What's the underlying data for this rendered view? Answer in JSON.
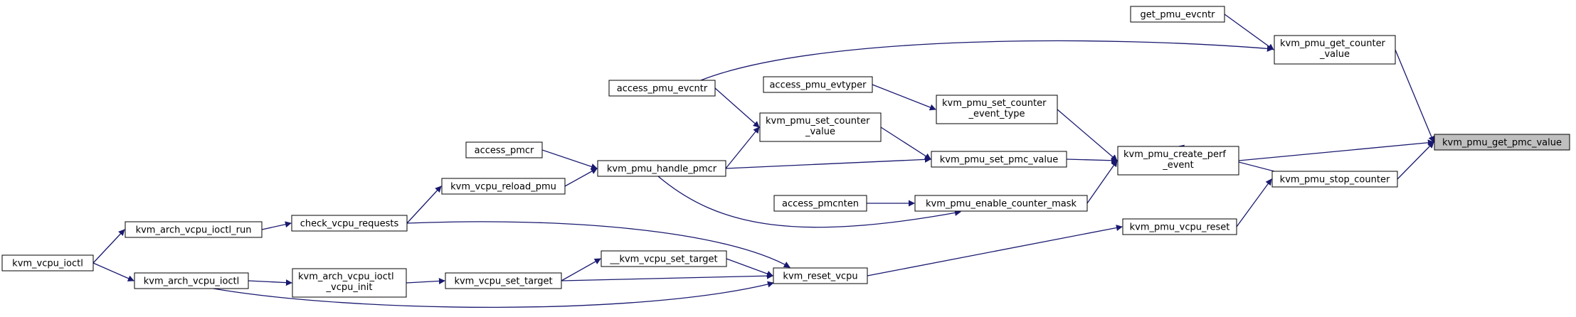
{
  "nodes": {
    "kvm_pmu_get_pmc_value": [
      "kvm_pmu_get_pmc_value"
    ],
    "kvm_pmu_get_counter_value": [
      "kvm_pmu_get_counter",
      "_value"
    ],
    "get_pmu_evcntr": [
      "get_pmu_evcntr"
    ],
    "access_pmu_evcntr": [
      "access_pmu_evcntr"
    ],
    "kvm_pmu_create_perf_event": [
      "kvm_pmu_create_perf",
      "_event"
    ],
    "kvm_pmu_stop_counter": [
      "kvm_pmu_stop_counter"
    ],
    "kvm_pmu_vcpu_reset": [
      "kvm_pmu_vcpu_reset"
    ],
    "access_pmu_evtyper": [
      "access_pmu_evtyper"
    ],
    "kvm_pmu_set_counter_event_type": [
      "kvm_pmu_set_counter",
      "_event_type"
    ],
    "kvm_pmu_set_counter_value": [
      "kvm_pmu_set_counter",
      "_value"
    ],
    "kvm_pmu_set_pmc_value": [
      "kvm_pmu_set_pmc_value"
    ],
    "access_pmcr": [
      "access_pmcr"
    ],
    "kvm_pmu_handle_pmcr": [
      "kvm_pmu_handle_pmcr"
    ],
    "kvm_vcpu_reload_pmu": [
      "kvm_vcpu_reload_pmu"
    ],
    "access_pmcnten": [
      "access_pmcnten"
    ],
    "kvm_pmu_enable_counter_mask": [
      "kvm_pmu_enable_counter_mask"
    ],
    "check_vcpu_requests": [
      "check_vcpu_requests"
    ],
    "kvm_arch_vcpu_ioctl_run": [
      "kvm_arch_vcpu_ioctl_run"
    ],
    "kvm_vcpu_ioctl": [
      "kvm_vcpu_ioctl"
    ],
    "kvm_arch_vcpu_ioctl": [
      "kvm_arch_vcpu_ioctl"
    ],
    "kvm_arch_vcpu_ioctl_vcpu_init": [
      "kvm_arch_vcpu_ioctl",
      "_vcpu_init"
    ],
    "kvm_vcpu_set_target": [
      "kvm_vcpu_set_target"
    ],
    "__kvm_vcpu_set_target": [
      "__kvm_vcpu_set_target"
    ],
    "kvm_reset_vcpu": [
      "kvm_reset_vcpu"
    ]
  },
  "colors": {
    "highlight_fill": "#bfbfbf",
    "node_fill": "#ffffff",
    "edge": "#191970"
  },
  "focus_node": "kvm_pmu_get_pmc_value",
  "edges": [
    [
      "kvm_pmu_get_counter_value",
      "kvm_pmu_get_pmc_value"
    ],
    [
      "kvm_pmu_create_perf_event",
      "kvm_pmu_get_pmc_value"
    ],
    [
      "kvm_pmu_stop_counter",
      "kvm_pmu_get_pmc_value"
    ],
    [
      "get_pmu_evcntr",
      "kvm_pmu_get_counter_value"
    ],
    [
      "access_pmu_evcntr",
      "kvm_pmu_get_counter_value"
    ],
    [
      "kvm_pmu_set_counter_event_type",
      "kvm_pmu_create_perf_event"
    ],
    [
      "kvm_pmu_set_pmc_value",
      "kvm_pmu_create_perf_event"
    ],
    [
      "kvm_pmu_enable_counter_mask",
      "kvm_pmu_create_perf_event"
    ],
    [
      "kvm_pmu_stop_counter",
      "kvm_pmu_create_perf_event"
    ],
    [
      "kvm_pmu_vcpu_reset",
      "kvm_pmu_stop_counter"
    ],
    [
      "kvm_reset_vcpu",
      "kvm_pmu_vcpu_reset"
    ],
    [
      "access_pmu_evtyper",
      "kvm_pmu_set_counter_event_type"
    ],
    [
      "kvm_pmu_set_counter_value",
      "kvm_pmu_set_pmc_value"
    ],
    [
      "kvm_pmu_handle_pmcr",
      "kvm_pmu_set_pmc_value"
    ],
    [
      "access_pmu_evcntr",
      "kvm_pmu_set_counter_value"
    ],
    [
      "kvm_pmu_handle_pmcr",
      "kvm_pmu_set_counter_value"
    ],
    [
      "access_pmcr",
      "kvm_pmu_handle_pmcr"
    ],
    [
      "kvm_vcpu_reload_pmu",
      "kvm_pmu_handle_pmcr"
    ],
    [
      "check_vcpu_requests",
      "kvm_vcpu_reload_pmu"
    ],
    [
      "access_pmcnten",
      "kvm_pmu_enable_counter_mask"
    ],
    [
      "kvm_pmu_handle_pmcr",
      "kvm_pmu_enable_counter_mask"
    ],
    [
      "kvm_arch_vcpu_ioctl_run",
      "check_vcpu_requests"
    ],
    [
      "kvm_vcpu_ioctl",
      "kvm_arch_vcpu_ioctl_run"
    ],
    [
      "kvm_vcpu_ioctl",
      "kvm_arch_vcpu_ioctl"
    ],
    [
      "kvm_arch_vcpu_ioctl",
      "kvm_arch_vcpu_ioctl_vcpu_init"
    ],
    [
      "kvm_arch_vcpu_ioctl_vcpu_init",
      "kvm_vcpu_set_target"
    ],
    [
      "kvm_vcpu_set_target",
      "__kvm_vcpu_set_target"
    ],
    [
      "kvm_vcpu_set_target",
      "kvm_reset_vcpu"
    ],
    [
      "__kvm_vcpu_set_target",
      "kvm_reset_vcpu"
    ],
    [
      "check_vcpu_requests",
      "kvm_reset_vcpu"
    ],
    [
      "kvm_arch_vcpu_ioctl",
      "kvm_reset_vcpu"
    ]
  ]
}
